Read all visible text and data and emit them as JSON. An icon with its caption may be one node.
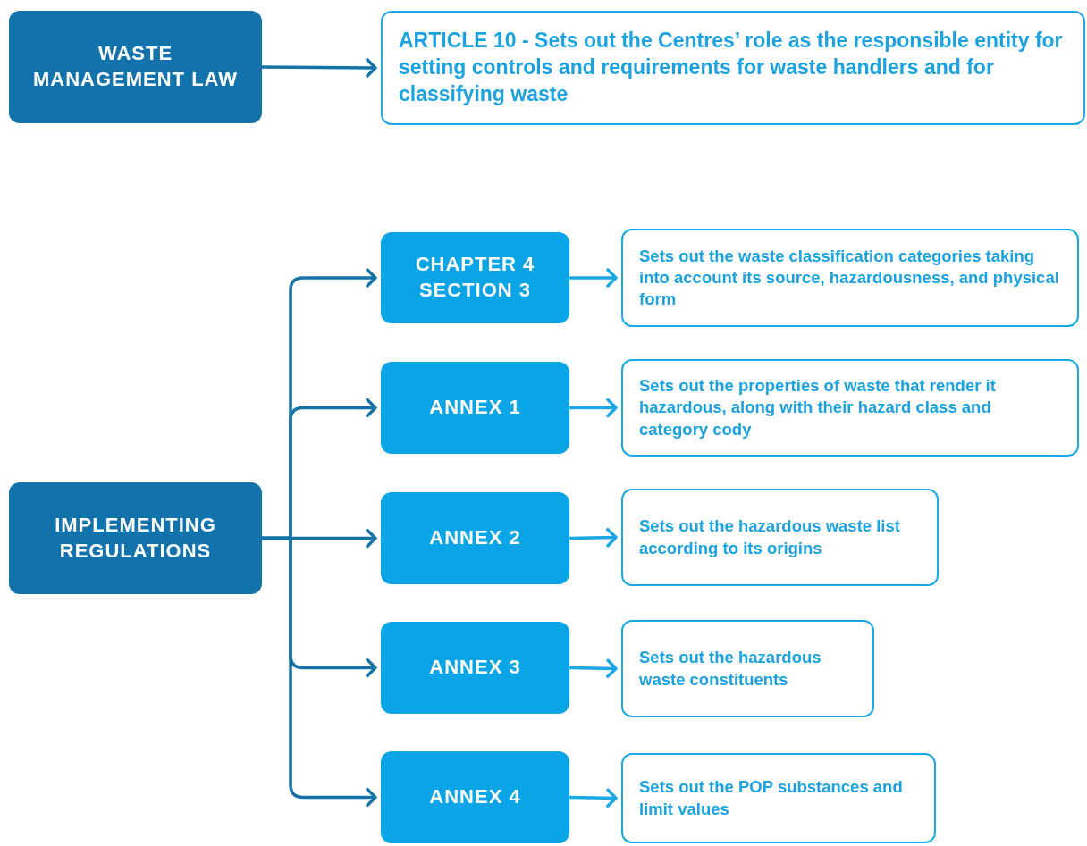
{
  "diagram": {
    "nodes": [
      {
        "text": [
          "WASTE MANAGEMENT LAW"
        ]
      },
      {
        "text": [
          "ARTICLE 10 - Sets out the Centres’ role as the responsible entity for setting controls and requirements for waste handlers and for classifying waste"
        ]
      },
      {
        "text": [
          "IMPLEMENTING REGULATIONS"
        ]
      },
      {
        "text": [
          "CHAPTER 4 SECTION 3"
        ]
      },
      {
        "text": [
          "Sets out the waste classification categories taking into account its source, hazardousness, and physical form"
        ]
      },
      {
        "text": [
          "ANNEX 1"
        ]
      },
      {
        "text": [
          "Sets out the properties of waste that render it hazardous, along with their hazard class and category cody"
        ]
      },
      {
        "text": [
          "ANNEX 2"
        ]
      },
      {
        "text": [
          "Sets out the hazardous waste list according to its origins"
        ]
      },
      {
        "text": [
          "ANNEX 3"
        ]
      },
      {
        "text": [
          "Sets out the hazardous waste constituents"
        ]
      },
      {
        "text": [
          "ANNEX 4"
        ]
      },
      {
        "text": [
          "Sets out the POP substances and limit values"
        ]
      }
    ],
    "edges": [
      {
        "from": 0,
        "to": 1,
        "arrow": "to"
      },
      {
        "from": 2,
        "to": 3,
        "arrow": "to"
      },
      {
        "from": 2,
        "to": 5,
        "arrow": "to"
      },
      {
        "from": 2,
        "to": 7,
        "arrow": "to"
      },
      {
        "from": 2,
        "to": 9,
        "arrow": "to"
      },
      {
        "from": 2,
        "to": 11,
        "arrow": "to"
      },
      {
        "from": 3,
        "to": 4,
        "arrow": "to",
        "color": "#1aa9e6"
      },
      {
        "from": 5,
        "to": 6,
        "arrow": "to",
        "color": "#1aa9e6"
      },
      {
        "from": 7,
        "to": 8,
        "arrow": "to",
        "color": "#1aa9e6"
      },
      {
        "from": 9,
        "to": 10,
        "arrow": "to",
        "color": "#1aa9e6"
      },
      {
        "from": 11,
        "to": 12,
        "arrow": "to",
        "color": "#1aa9e6"
      }
    ]
  }
}
